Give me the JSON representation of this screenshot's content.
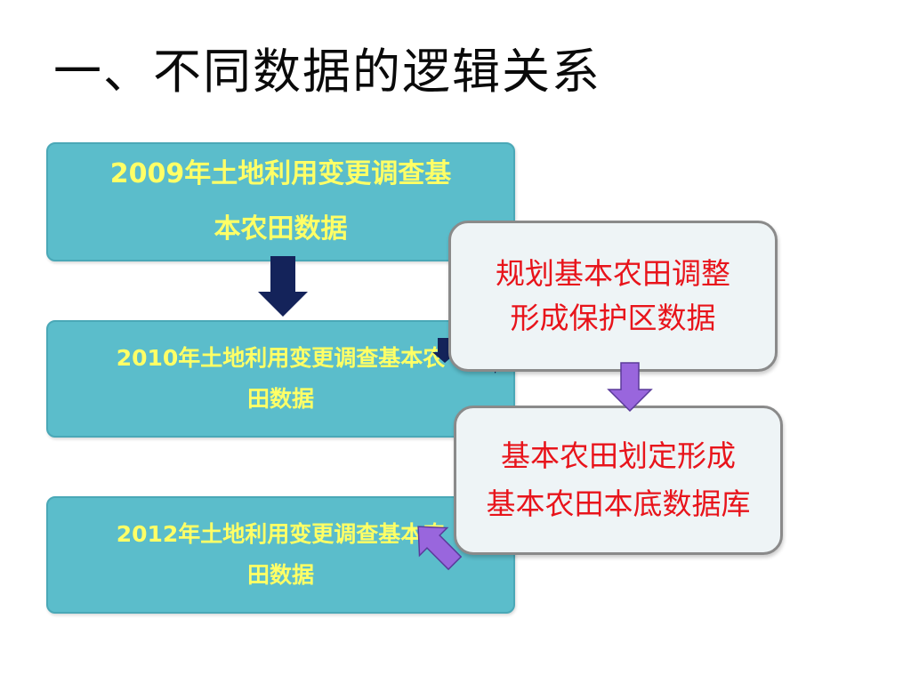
{
  "title": "一、不同数据的逻辑关系",
  "boxes": [
    {
      "line1": "2009年土地利用变更调查基",
      "line2": "本农田数据"
    },
    {
      "line1": "2010年土地利用变更调查基本农",
      "line2": "田数据"
    },
    {
      "line1": "2012年土地利用变更调查基本农",
      "line2": "田数据"
    }
  ],
  "callouts": [
    {
      "line1": "规划基本农田调整",
      "line2": "形成保护区数据"
    },
    {
      "line1": "基本农田划定形成",
      "line2": "基本农田本底数据库"
    }
  ],
  "colors": {
    "box_fill": "#5bbdcb",
    "box_text": "#ffff66",
    "callout_text": "#e8141b",
    "arrow_navy": "#14235a",
    "arrow_purple": "#9966dd"
  }
}
